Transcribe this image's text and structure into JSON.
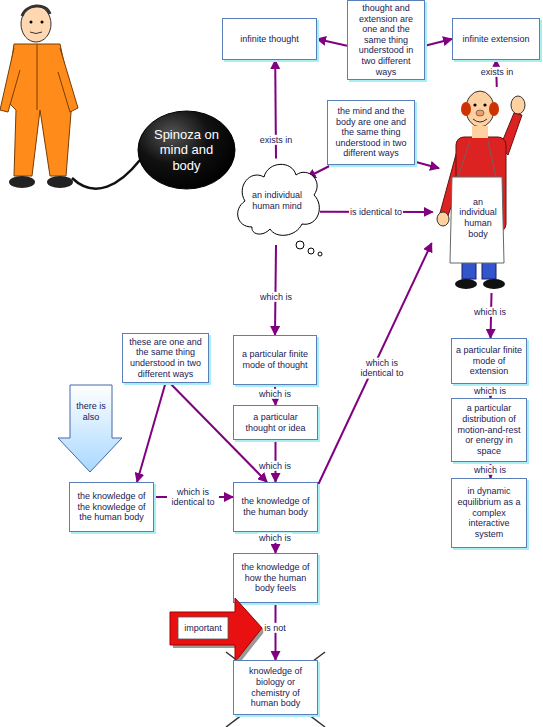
{
  "diagram": {
    "nodes": [
      {
        "text": [
          "Spinoza on mind and body"
        ]
      },
      {
        "text": [
          "thought and extension are one and the same thing understood in two different ways"
        ]
      },
      {
        "text": [
          "infinite thought"
        ]
      },
      {
        "text": [
          "infinite extension"
        ]
      },
      {
        "text": [
          "the mind and the body are one and the same thing understood in two different ways"
        ]
      },
      {
        "text": [
          "an individual human mind"
        ]
      },
      {
        "text": [
          "an individual human body"
        ]
      },
      {
        "text": [
          "a particular finite mode of thought"
        ]
      },
      {
        "text": [
          "a particular finite mode of extension"
        ]
      },
      {
        "text": [
          "these are one and the same thing understood in two different ways"
        ]
      },
      {
        "text": [
          "a particular thought or idea"
        ]
      },
      {
        "text": [
          "a particular distribution of motion-and-rest or energy in space"
        ]
      },
      {
        "text": [
          "in dynamic equilibrium as a complex interactive system"
        ]
      },
      {
        "text": [
          "there is also"
        ]
      },
      {
        "text": [
          "the knowledge of the knowledge of the human body"
        ]
      },
      {
        "text": [
          "the knowledge of the human body"
        ]
      },
      {
        "text": [
          "the knowledge of how the human body feels"
        ]
      },
      {
        "text": [
          "important"
        ]
      },
      {
        "text": [
          "knowledge of biology or chemistry of human body"
        ]
      }
    ],
    "edges": [
      {
        "from": 1,
        "to": 2,
        "arrow": "to"
      },
      {
        "from": 1,
        "to": 3,
        "arrow": "to"
      },
      {
        "from": 5,
        "to": 2,
        "label": "exists in",
        "arrow": "to"
      },
      {
        "from": 6,
        "to": 3,
        "label": "exists in",
        "arrow": "to"
      },
      {
        "from": 4,
        "to": 5,
        "arrow": "to"
      },
      {
        "from": 4,
        "to": 6,
        "arrow": "to"
      },
      {
        "from": 5,
        "to": 6,
        "label": "is identical to",
        "arrow": "to"
      },
      {
        "from": 5,
        "to": 7,
        "label": "which is",
        "arrow": "to"
      },
      {
        "from": 6,
        "to": 8,
        "label": "which is",
        "arrow": "to"
      },
      {
        "from": 7,
        "to": 10,
        "label": "which is",
        "arrow": "to"
      },
      {
        "from": 8,
        "to": 11,
        "label": "which is",
        "arrow": "to"
      },
      {
        "from": 15,
        "to": 6,
        "label": "which is identical to",
        "arrow": "to"
      },
      {
        "from": 9,
        "to": 14,
        "arrow": "to"
      },
      {
        "from": 9,
        "to": 15,
        "arrow": "to"
      },
      {
        "from": 10,
        "to": 15,
        "label": "which is",
        "arrow": "to"
      },
      {
        "from": 11,
        "to": 12,
        "label": "which is",
        "arrow": "to"
      },
      {
        "from": 14,
        "to": 15,
        "label": "which is identical to",
        "arrow": "to"
      },
      {
        "from": 15,
        "to": 16,
        "label": "which is",
        "arrow": "to"
      },
      {
        "from": 16,
        "to": 18,
        "label": "is not",
        "arrow": "to"
      }
    ]
  }
}
